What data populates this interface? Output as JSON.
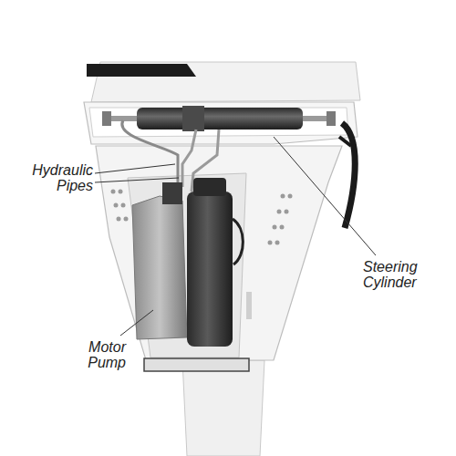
{
  "diagram": {
    "labels": [
      "Hydraulic Pipes",
      "Steering Cylinder",
      "Motor Pump"
    ]
  }
}
